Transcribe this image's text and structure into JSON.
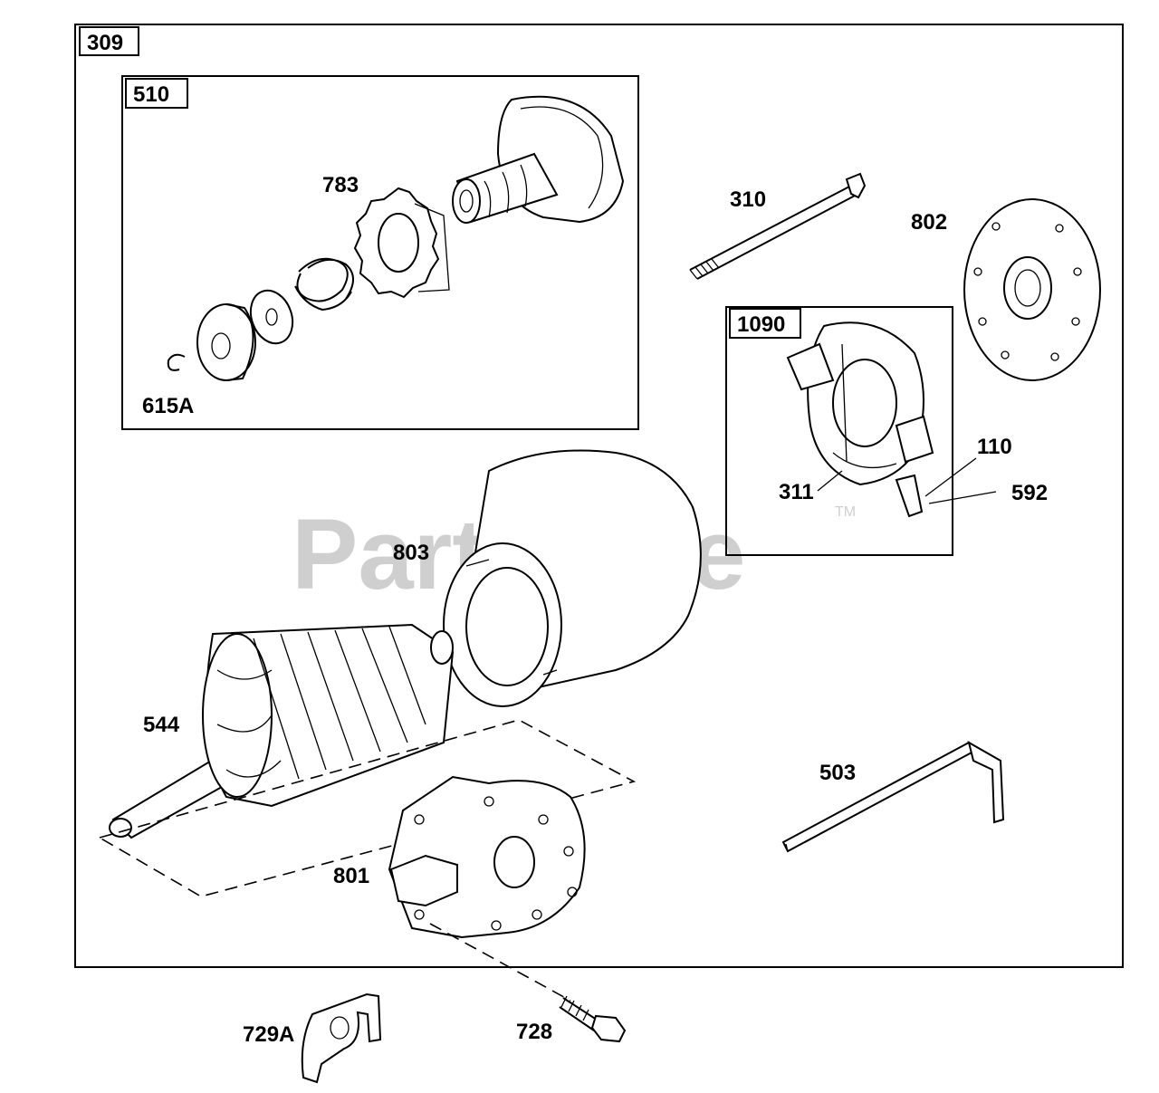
{
  "assembly": {
    "main_ref": "309",
    "drive_kit_ref": "510",
    "brush_kit_ref": "1090"
  },
  "parts": {
    "p783": "783",
    "p615A": "615A",
    "p310": "310",
    "p802": "802",
    "p311": "311",
    "p110": "110",
    "p592": "592",
    "p803": "803",
    "p544": "544",
    "p503": "503",
    "p801": "801",
    "p729A": "729A",
    "p728": "728"
  },
  "watermark": {
    "text": "PartsTree",
    "trademark": "TM"
  }
}
